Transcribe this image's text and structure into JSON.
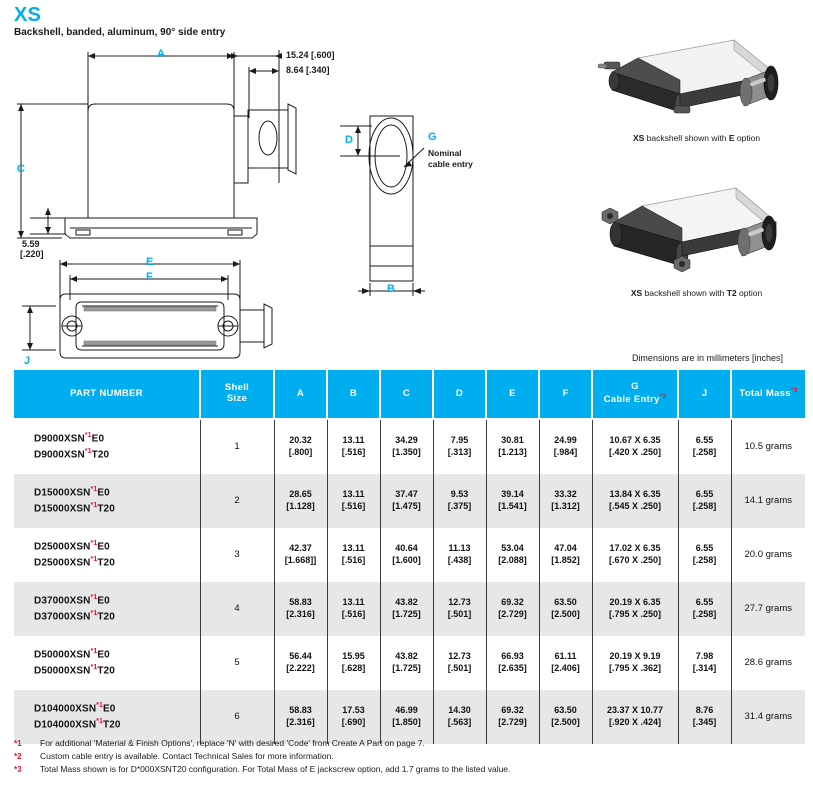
{
  "header": {
    "title": "XS",
    "subtitle": "Backshell, banded, aluminum, 90° side entry",
    "accent_color": "#00AEEF",
    "footnote_color": "#e8112d"
  },
  "drawing": {
    "dimension_letters": [
      "A",
      "B",
      "C",
      "D",
      "E",
      "F",
      "G",
      "J"
    ],
    "callouts": [
      {
        "name": "top-dim-1",
        "text": "15.24 [.600]"
      },
      {
        "name": "top-dim-2",
        "text": "8.64 [.340]"
      },
      {
        "name": "bottom-left-dim",
        "line1": "5.59",
        "line2": "[.220]"
      },
      {
        "name": "g-callout",
        "line1": "Nominal",
        "line2": "cable entry"
      }
    ]
  },
  "photos": [
    {
      "caption_pre": "XS",
      "caption_mid": " backshell shown with ",
      "caption_opt": "E",
      "caption_post": " option"
    },
    {
      "caption_pre": "XS",
      "caption_mid": " backshell shown with ",
      "caption_opt": "T2",
      "caption_post": " option"
    }
  ],
  "units_note": "Dimensions are in millimeters [inches]",
  "table": {
    "headers": [
      {
        "label": "PART NUMBER",
        "line2": "",
        "fn": ""
      },
      {
        "label": "Shell",
        "line2": "Size",
        "fn": ""
      },
      {
        "label": "A",
        "line2": "",
        "fn": ""
      },
      {
        "label": "B",
        "line2": "",
        "fn": ""
      },
      {
        "label": "C",
        "line2": "",
        "fn": ""
      },
      {
        "label": "D",
        "line2": "",
        "fn": ""
      },
      {
        "label": "E",
        "line2": "",
        "fn": ""
      },
      {
        "label": "F",
        "line2": "",
        "fn": ""
      },
      {
        "label": "G",
        "line2": "Cable Entry",
        "fn": "*2"
      },
      {
        "label": "J",
        "line2": "",
        "fn": ""
      },
      {
        "label": "Total Mass",
        "line2": "",
        "fn": "*3"
      }
    ],
    "rows": [
      {
        "part_a_pre": "D9000XSN",
        "part_a_fn": "*1",
        "part_a_post": "E0",
        "part_b_pre": "D9000XSN",
        "part_b_fn": "*1",
        "part_b_post": "T20",
        "shell": "1",
        "A": [
          "20.32",
          "[.800]"
        ],
        "B": [
          "13.11",
          "[.516]"
        ],
        "C": [
          "34.29",
          "[1.350]"
        ],
        "D": [
          "7.95",
          "[.313]"
        ],
        "E": [
          "30.81",
          "[1.213]"
        ],
        "F": [
          "24.99",
          "[.984]"
        ],
        "G": [
          "10.67 X 6.35",
          "[.420 X .250]"
        ],
        "J": [
          "6.55",
          "[.258]"
        ],
        "mass": "10.5 grams"
      },
      {
        "part_a_pre": "D15000XSN",
        "part_a_fn": "*1",
        "part_a_post": "E0",
        "part_b_pre": "D15000XSN",
        "part_b_fn": "*1",
        "part_b_post": "T20",
        "shell": "2",
        "A": [
          "28.65",
          "[1.128]"
        ],
        "B": [
          "13.11",
          "[.516]"
        ],
        "C": [
          "37.47",
          "[1.475]"
        ],
        "D": [
          "9.53",
          "[.375]"
        ],
        "E": [
          "39.14",
          "[1.541]"
        ],
        "F": [
          "33.32",
          "[1.312]"
        ],
        "G": [
          "13.84 X 6.35",
          "[.545 X .250]"
        ],
        "J": [
          "6.55",
          "[.258]"
        ],
        "mass": "14.1 grams"
      },
      {
        "part_a_pre": "D25000XSN",
        "part_a_fn": "*1",
        "part_a_post": "E0",
        "part_b_pre": "D25000XSN",
        "part_b_fn": "*1",
        "part_b_post": "T20",
        "shell": "3",
        "A": [
          "42.37",
          "[1.668]]"
        ],
        "B": [
          "13.11",
          "[.516]"
        ],
        "C": [
          "40.64",
          "[1.600]"
        ],
        "D": [
          "11.13",
          "[.438]"
        ],
        "E": [
          "53.04",
          "[2.088]"
        ],
        "F": [
          "47.04",
          "[1.852]"
        ],
        "G": [
          "17.02 X 6.35",
          "[.670 X .250]"
        ],
        "J": [
          "6.55",
          "[.258]"
        ],
        "mass": "20.0 grams"
      },
      {
        "part_a_pre": "D37000XSN",
        "part_a_fn": "*1",
        "part_a_post": "E0",
        "part_b_pre": "D37000XSN",
        "part_b_fn": "*1",
        "part_b_post": "T20",
        "shell": "4",
        "A": [
          "58.83",
          "[2.316]"
        ],
        "B": [
          "13.11",
          "[.516]"
        ],
        "C": [
          "43.82",
          "[1.725]"
        ],
        "D": [
          "12.73",
          "[.501]"
        ],
        "E": [
          "69.32",
          "[2.729]"
        ],
        "F": [
          "63.50",
          "[2.500]"
        ],
        "G": [
          "20.19 X 6.35",
          "[.795 X .250]"
        ],
        "J": [
          "6.55",
          "[.258]"
        ],
        "mass": "27.7 grams"
      },
      {
        "part_a_pre": "D50000XSN",
        "part_a_fn": "*1",
        "part_a_post": "E0",
        "part_b_pre": "D50000XSN",
        "part_b_fn": "*1",
        "part_b_post": "T20",
        "shell": "5",
        "A": [
          "56.44",
          "[2.222]"
        ],
        "B": [
          "15.95",
          "[.628]"
        ],
        "C": [
          "43.82",
          "[1.725]"
        ],
        "D": [
          "12.73",
          "[.501]"
        ],
        "E": [
          "66.93",
          "[2.635]"
        ],
        "F": [
          "61.11",
          "[2.406]"
        ],
        "G": [
          "20.19 X 9.19",
          "[.795 X .362]"
        ],
        "J": [
          "7.98",
          "[.314]"
        ],
        "mass": "28.6 grams"
      },
      {
        "part_a_pre": "D104000XSN",
        "part_a_fn": "*1",
        "part_a_post": "E0",
        "part_b_pre": "D104000XSN",
        "part_b_fn": "*1",
        "part_b_post": "T20",
        "shell": "6",
        "A": [
          "58.83",
          "[2.316]"
        ],
        "B": [
          "17.53",
          "[.690]"
        ],
        "C": [
          "46.99",
          "[1.850]"
        ],
        "D": [
          "14.30",
          "[.563]"
        ],
        "E": [
          "69.32",
          "[2.729]"
        ],
        "F": [
          "63.50",
          "[2.500]"
        ],
        "G": [
          "23.37 X 10.77",
          "[.920 X .424]"
        ],
        "J": [
          "8.76",
          "[.345]"
        ],
        "mass": "31.4 grams"
      }
    ]
  },
  "footnotes": [
    {
      "mark": "*1",
      "text": "For additional 'Material & Finish Options', replace 'N' with desired 'Code' from Create A Part on page 7."
    },
    {
      "mark": "*2",
      "text": "Custom cable entry is available. Contact Technical Sales for more information."
    },
    {
      "mark": "*3",
      "text": "Total Mass shown is for D*000XSNT20 configuration. For Total Mass of E jackscrew option, add 1.7 grams to the listed value."
    }
  ]
}
